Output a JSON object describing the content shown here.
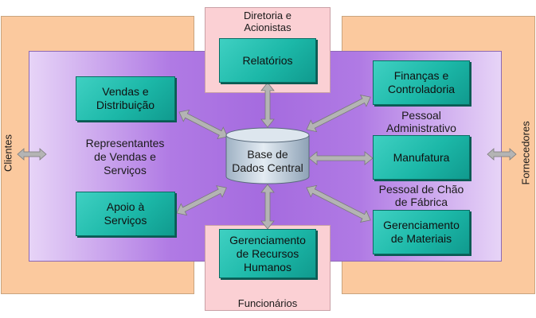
{
  "diagram": {
    "top_panel_label": "Diretoria e\nAcionistas",
    "bottom_panel_label": "Funcionários",
    "left_panel_label": "Clientes",
    "right_panel_label": "Fornecedores",
    "nodes": {
      "relatorios": "Relatórios",
      "vendas": "Vendas e\nDistribuição",
      "apoio": "Apoio à\nServiços",
      "financas": "Finanças e\nControladoria",
      "manufatura": "Manufatura",
      "materiais": "Gerenciamento\nde Materiais",
      "rh": "Gerenciamento\nde Recursos\nHumanos",
      "database": "Base de\nDados Central"
    },
    "labels": {
      "representantes": "Representantes\nde Vendas e\nServiços",
      "pessoal_admin": "Pessoal\nAdministrativo",
      "pessoal_chao": "Pessoal de Chão\nde Fábrica"
    },
    "colors": {
      "orange": "#fbc99e",
      "pink": "#fbd0d4",
      "purple": "#a56bdf",
      "teal": "#1cb8a8",
      "arrow": "#b4b4b4"
    }
  }
}
